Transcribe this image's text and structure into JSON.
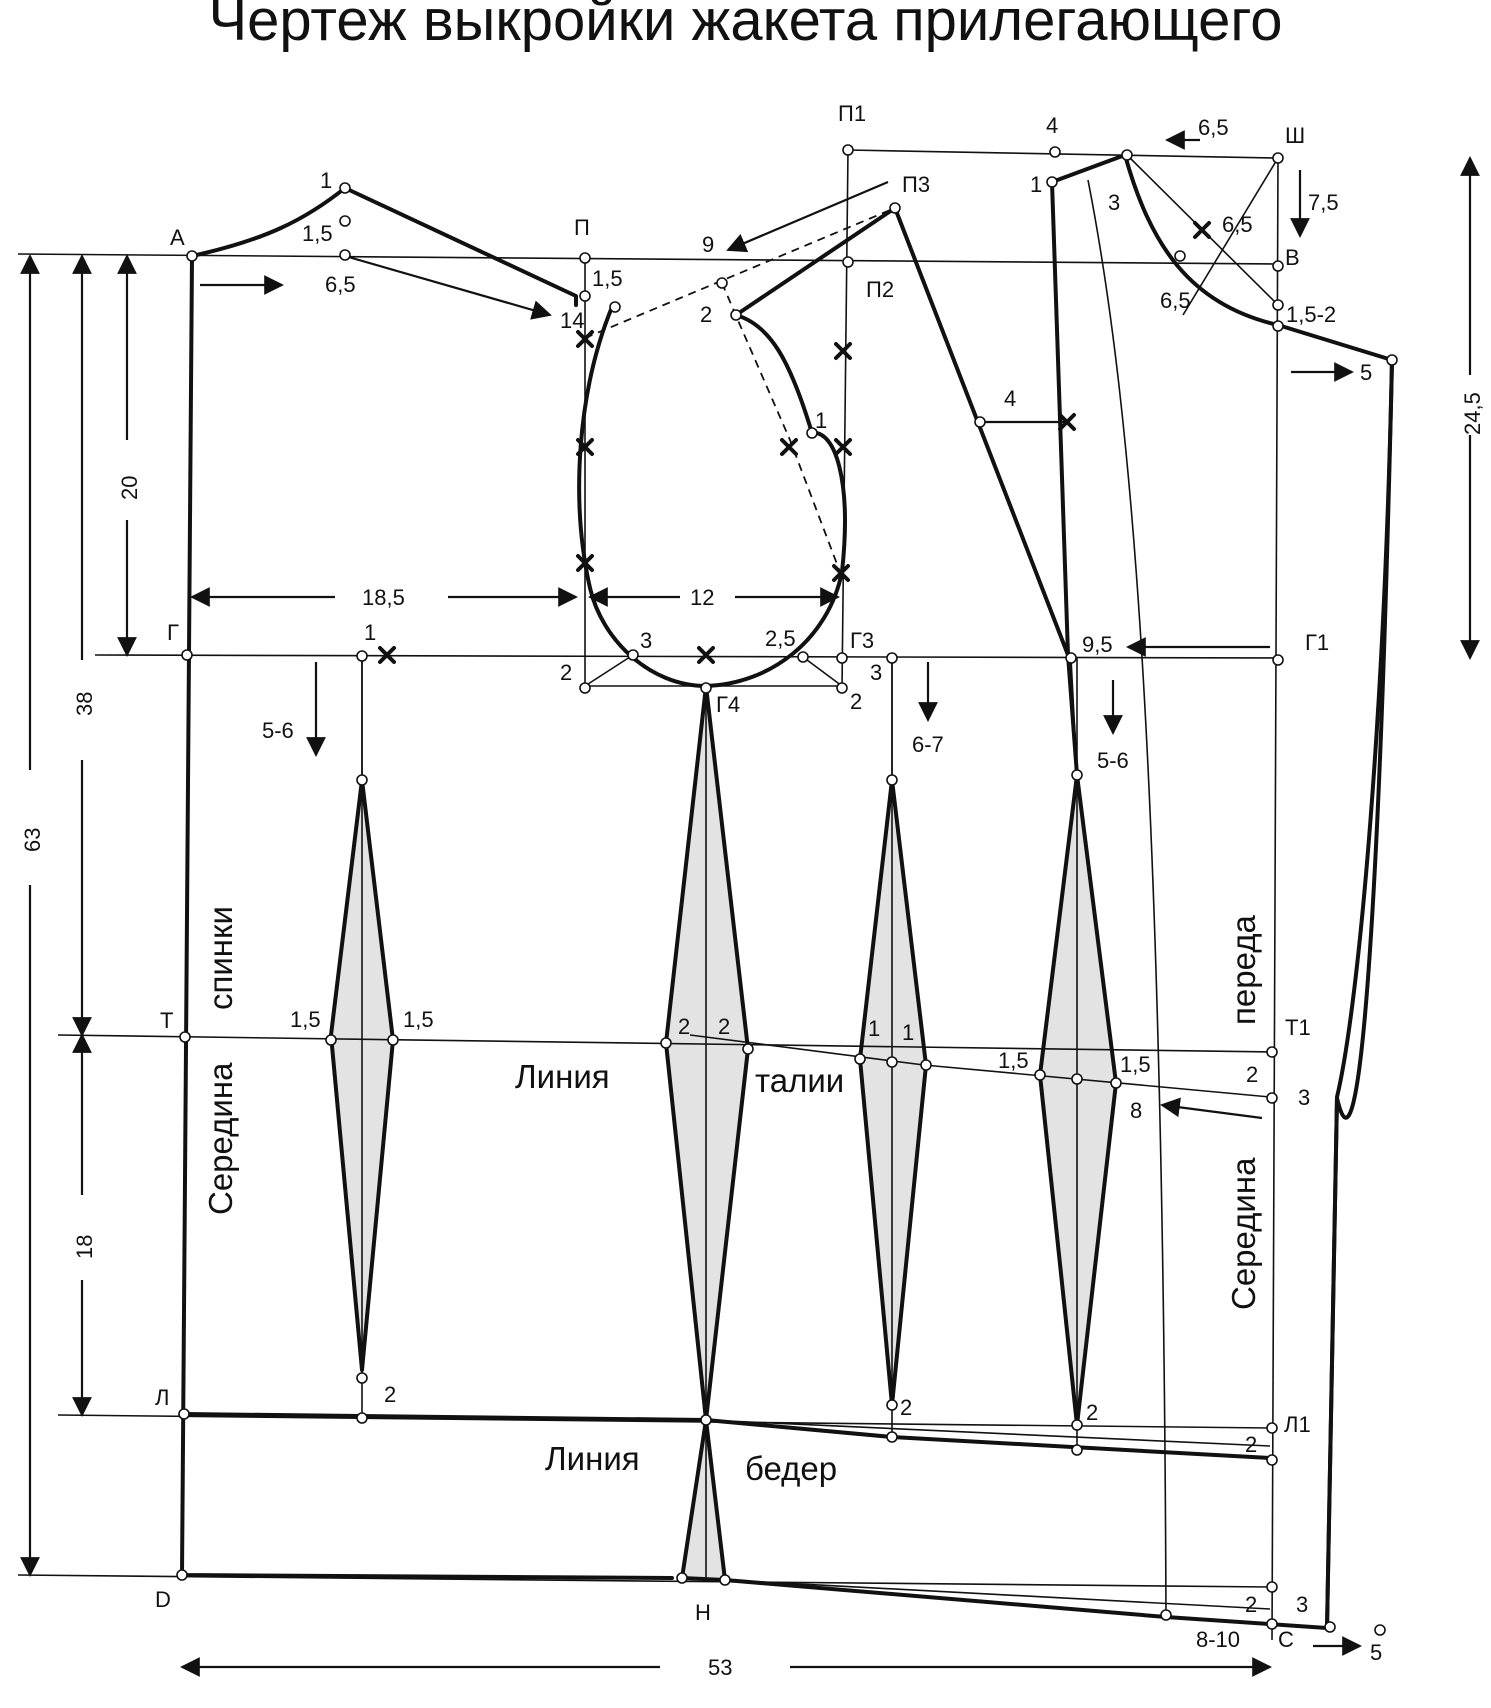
{
  "title": "Чертеж выкройки жакета прилегающего",
  "labels": {
    "A": "А",
    "G": "Г",
    "T": "Т",
    "L": "Л",
    "D": "D",
    "P": "П",
    "P1": "П1",
    "P2": "П2",
    "P3": "П3",
    "G1": "Г1",
    "G3": "Г3",
    "G4": "Г4",
    "T1": "Т1",
    "L1": "Л1",
    "V": "В",
    "Sh": "Ш",
    "N": "Н",
    "C": "С"
  },
  "text": {
    "back_center": "Середина",
    "back_word": "спинки",
    "front_center": "Середина",
    "front_word": "переда",
    "waist_line": "Линия",
    "waist_word": "талии",
    "hip_line": "Линия",
    "hip_word": "бедер"
  },
  "dimensions": {
    "d63": "63",
    "d38": "38",
    "d20": "20",
    "d18": "18",
    "d24_5": "24,5",
    "d53": "53",
    "d18_5": "18,5",
    "d12": "12",
    "n6_5_back": "6,5",
    "n6_5_top": "6,5",
    "n6_5_neck_a": "6,5",
    "n6_5_neck_b": "6,5",
    "n7_5": "7,5",
    "n1_5_2": "1,5-2",
    "n5_shoulder": "5",
    "n9_5": "9,5",
    "n4_top": "4",
    "n4_mid": "4",
    "n9": "9",
    "n14": "14",
    "n1_5_a": "1,5",
    "n1_5_b": "1,5",
    "n1_top": "1",
    "n1_front": "1",
    "n2_front": "2",
    "n3_front": "3",
    "n1_arm": "1",
    "n2_arm": "2",
    "n3_arm": "3",
    "n2_5_arm": "2,5",
    "n2_arm_b": "2",
    "n3_g3": "3",
    "n1_g": "1",
    "n5_6_a": "5-6",
    "n6_7": "6-7",
    "n5_6_b": "5-6",
    "w1_5_a": "1,5",
    "w1_5_b": "1,5",
    "w2_a": "2",
    "w2_b": "2",
    "w1_a": "1",
    "w1_b": "1",
    "w1_5_c": "1,5",
    "w1_5_d": "1,5",
    "w2_c": "2",
    "w3_c": "3",
    "w8": "8",
    "e2_a": "2",
    "e2_b": "2",
    "e2_c": "2",
    "e2_d": "2",
    "h2_a": "2",
    "h3_a": "3",
    "h8_10": "8-10",
    "h5": "5"
  }
}
